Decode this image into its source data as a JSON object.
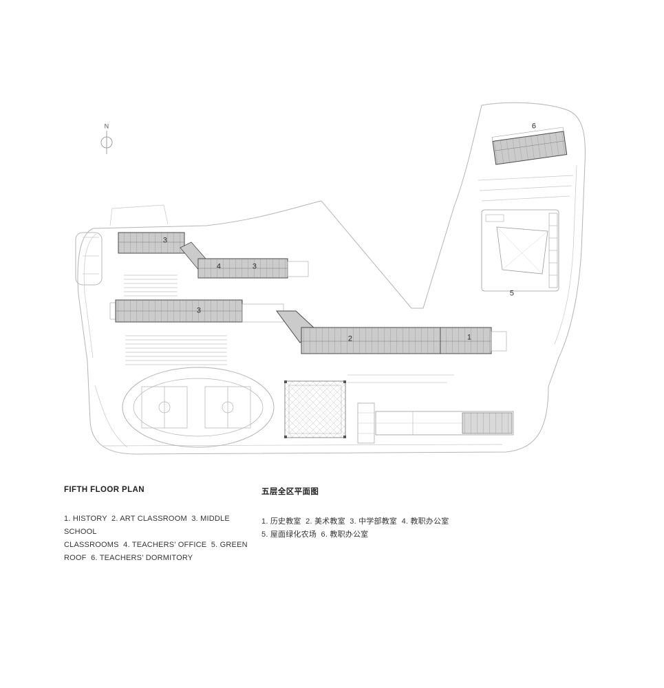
{
  "plan": {
    "north": "N",
    "labels": [
      {
        "id": "6",
        "text": "6"
      },
      {
        "id": "3a",
        "text": "3"
      },
      {
        "id": "4",
        "text": "4"
      },
      {
        "id": "3b",
        "text": "3"
      },
      {
        "id": "3c",
        "text": "3"
      },
      {
        "id": "5",
        "text": "5"
      },
      {
        "id": "2",
        "text": "2"
      },
      {
        "id": "1",
        "text": "1"
      }
    ]
  },
  "legend_en": {
    "title": "FIFTH FLOOR PLAN",
    "lines": [
      "1. HISTORY  2. ART CLASSROOM  3. MIDDLE SCHOOL",
      "CLASSROOMS  4. TEACHERS’ OFFICE  5. GREEN",
      "ROOF  6. TEACHERS’ DORMITORY"
    ]
  },
  "legend_zh": {
    "title": "五层全区平面图",
    "lines": [
      "1. 历史教室  2. 美术教室  3. 中学部教室  4. 教职办公室",
      "5. 屋面绿化农场  6. 教职办公室"
    ]
  },
  "colors": {
    "site_line": "#b4b4b4",
    "detail_line": "#c6c6c6",
    "block_fill": "#cbcbcb",
    "block_stroke": "#4a4a4a",
    "text": "#2b2b2b"
  }
}
